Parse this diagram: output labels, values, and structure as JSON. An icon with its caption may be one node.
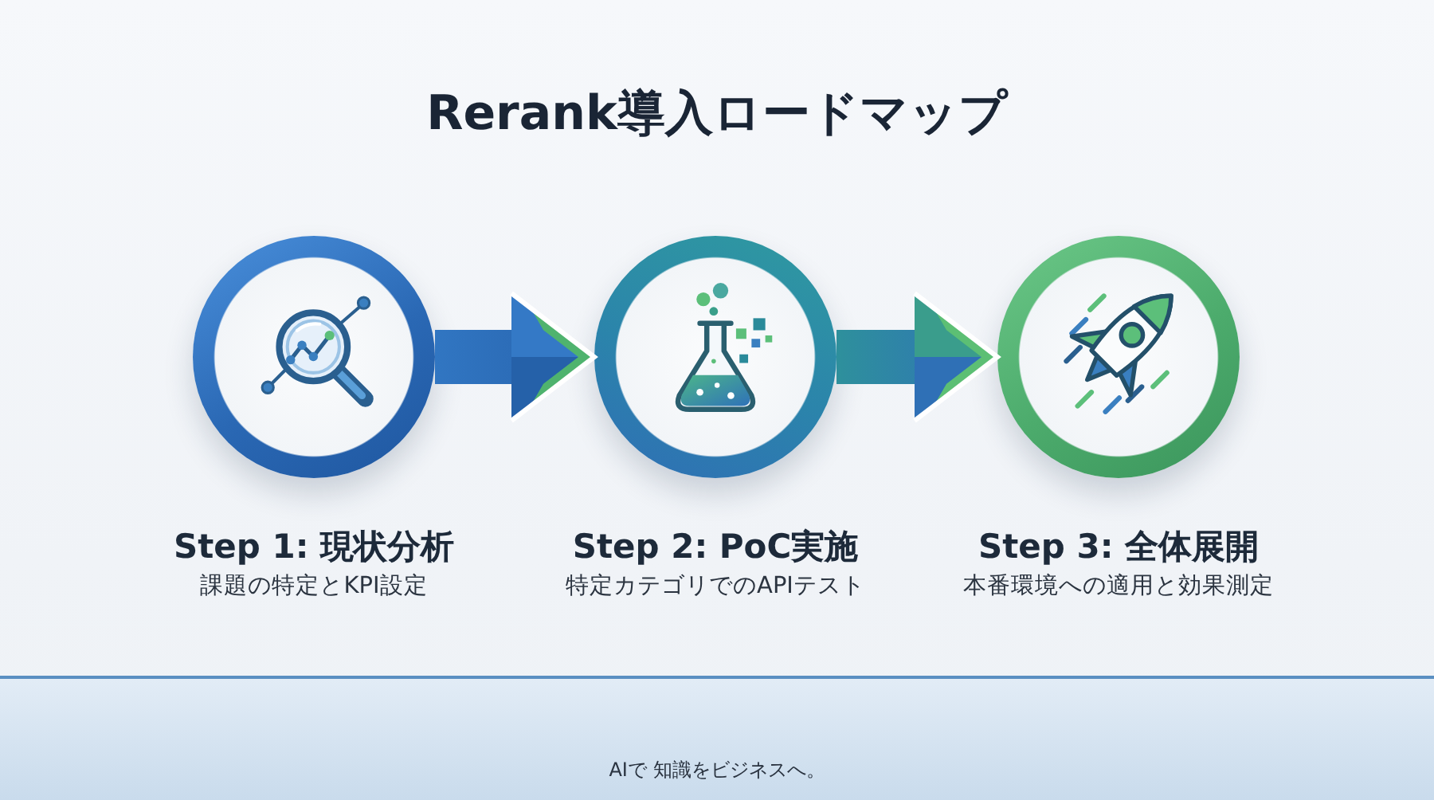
{
  "diagram": {
    "title": "Rerank導入ロードマップ",
    "nodes": [
      {
        "text": [
          "Step 1: 現状分析",
          "課題の特定とKPI設定"
        ]
      },
      {
        "text": [
          "Step 2: PoC実施",
          "特定カテゴリでのAPIテスト"
        ]
      },
      {
        "text": [
          "Step 3: 全体展開",
          "本番環境への適用と効果測定"
        ]
      }
    ],
    "edges": [
      {
        "from": 0,
        "to": 1,
        "arrow": "to"
      },
      {
        "from": 1,
        "to": 2,
        "arrow": "to"
      }
    ],
    "labels": [
      "AIで 知識をビジネスへ。"
    ]
  }
}
